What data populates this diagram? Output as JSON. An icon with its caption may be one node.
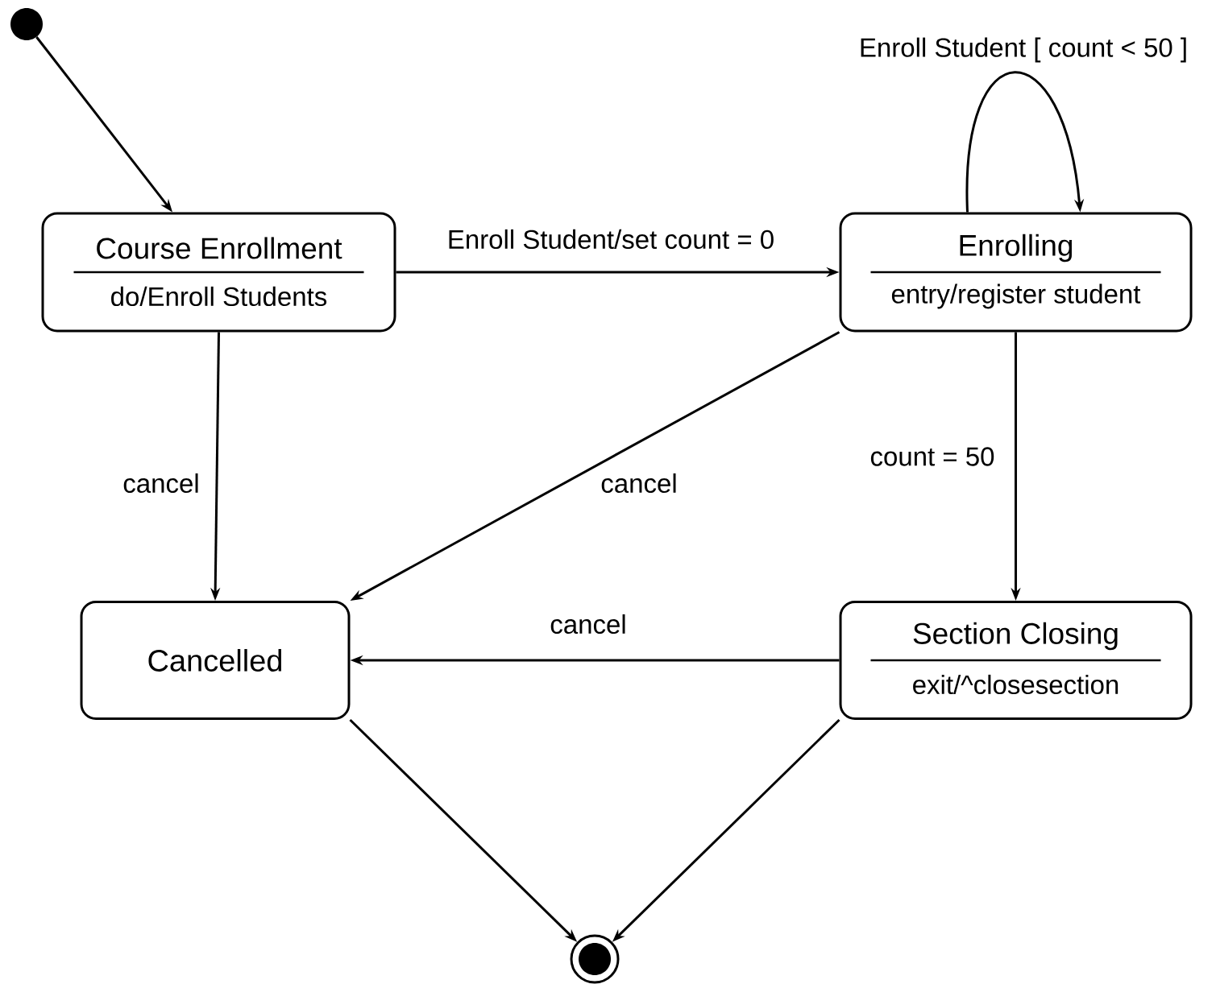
{
  "diagram": {
    "nodes": [
      {
        "text": [],
        "shape": "circle"
      },
      {
        "text": [
          "Course Enrollment",
          "do/Enroll Students"
        ]
      },
      {
        "text": [
          "Enrolling",
          "entry/register student"
        ]
      },
      {
        "text": [
          "Cancelled"
        ]
      },
      {
        "text": [
          "Section Closing",
          "exit/^closesection"
        ]
      },
      {
        "text": [],
        "shape": "circle"
      }
    ],
    "edges": [
      {
        "from": 0,
        "to": 1,
        "arrow": "to"
      },
      {
        "from": 1,
        "to": 2,
        "arrow": "to",
        "label": "Enroll Student/set count = 0"
      },
      {
        "from": 2,
        "to": 2,
        "arrow": "to",
        "label": "Enroll Student [ count < 50 ]"
      },
      {
        "from": 1,
        "to": 3,
        "arrow": "to",
        "label": "cancel"
      },
      {
        "from": 2,
        "to": 3,
        "arrow": "to",
        "label": "cancel"
      },
      {
        "from": 2,
        "to": 4,
        "arrow": "to",
        "label": "count = 50"
      },
      {
        "from": 4,
        "to": 3,
        "arrow": "to",
        "label": "cancel"
      },
      {
        "from": 3,
        "to": 5,
        "arrow": "to"
      },
      {
        "from": 4,
        "to": 5,
        "arrow": "to"
      }
    ]
  }
}
